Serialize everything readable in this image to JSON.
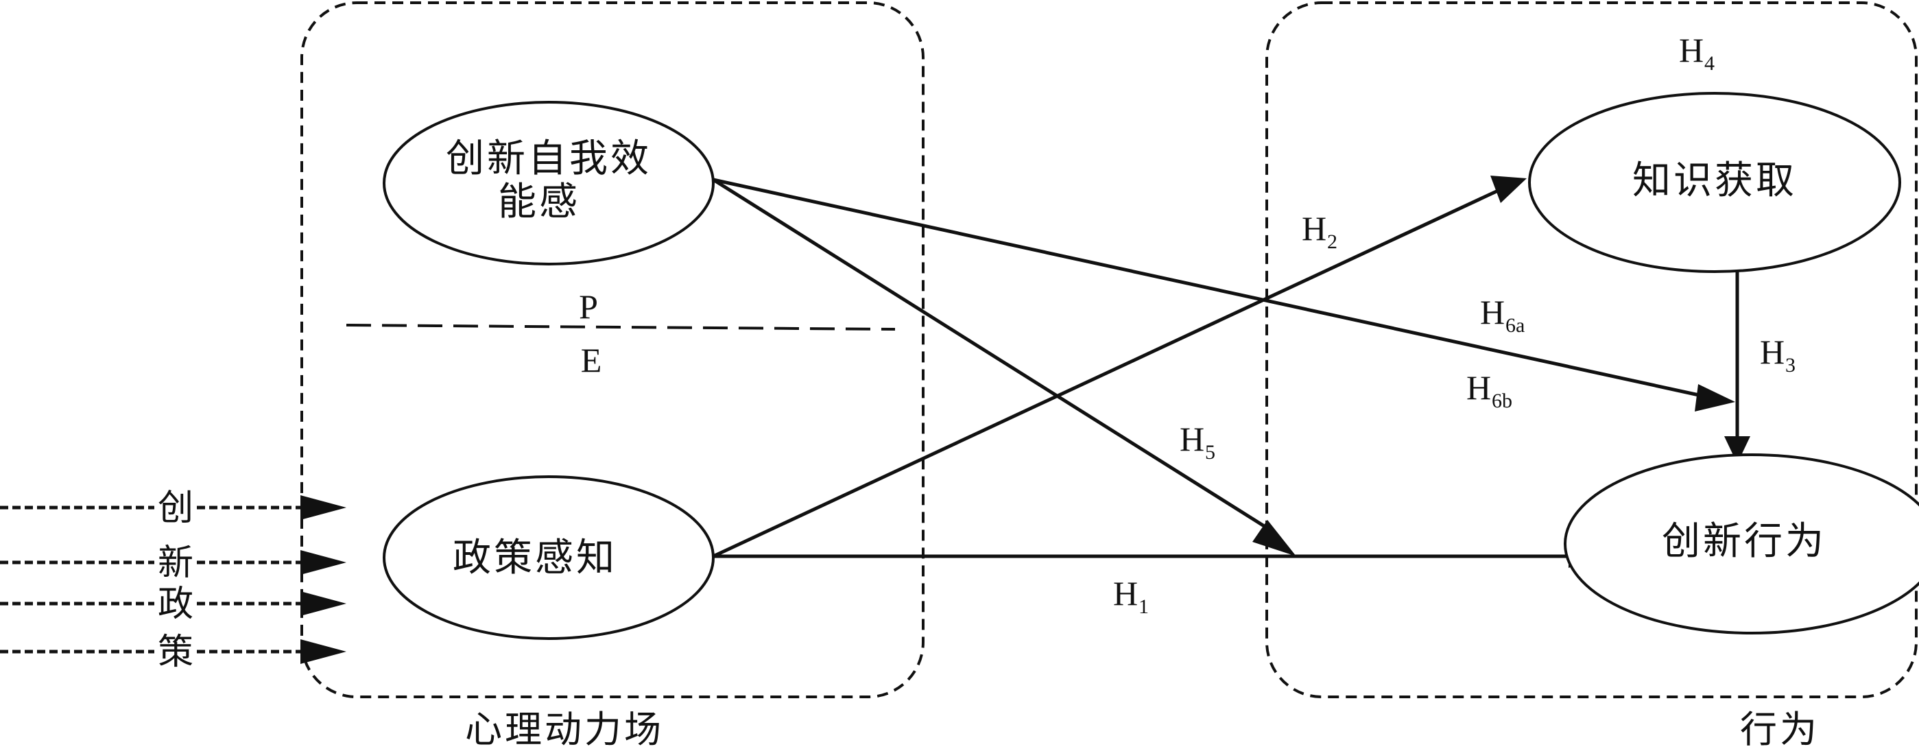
{
  "regions": {
    "left": "心理动力场",
    "right": "行为"
  },
  "nodes": {
    "self_efficacy": [
      "创新自我效",
      "能感"
    ],
    "policy_perception": "政策感知",
    "knowledge_acquisition": "知识获取",
    "innovation_behavior": "创新行为"
  },
  "divider": {
    "top": "P",
    "bottom": "E"
  },
  "inputs": [
    "创",
    "新",
    "政",
    "策"
  ],
  "hypotheses": {
    "h1": {
      "main": "H",
      "sub": "1"
    },
    "h2": {
      "main": "H",
      "sub": "2"
    },
    "h3": {
      "main": "H",
      "sub": "3"
    },
    "h4": {
      "main": "H",
      "sub": "4"
    },
    "h5": {
      "main": "H",
      "sub": "5"
    },
    "h6a": {
      "main": "H",
      "sub": "6a"
    },
    "h6b": {
      "main": "H",
      "sub": "6b"
    }
  },
  "colors": {
    "stroke": "#111111",
    "background": "#ffffff"
  }
}
